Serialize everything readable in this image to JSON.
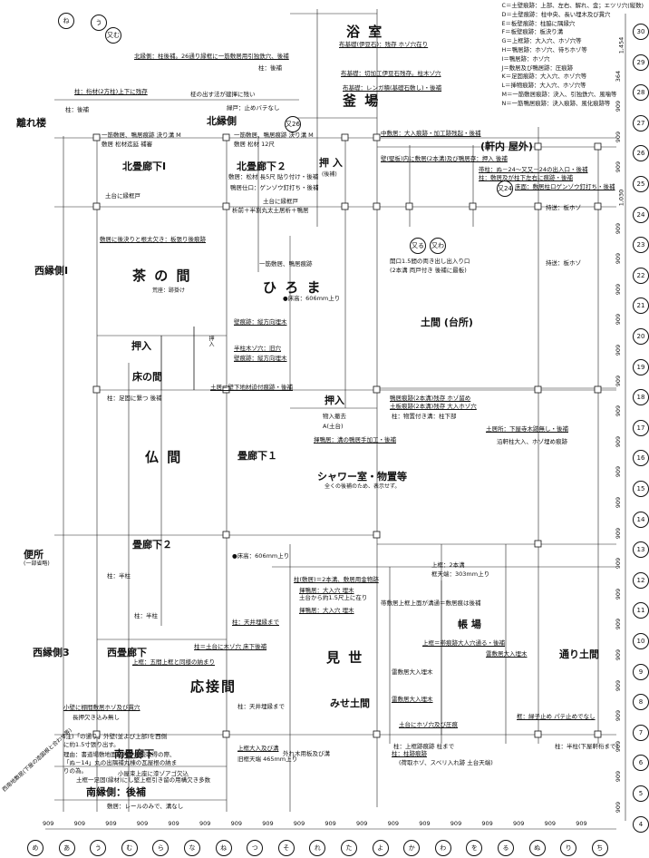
{
  "rooms": {
    "bath": "浴 室",
    "kama": "釜 場",
    "north_engawa": "北縁側",
    "hanare": "離れ楼",
    "kita_rouka1": "北畳廊下Ⅰ",
    "kita_rouka2": "北畳廊下２",
    "oshiire1": "押 入",
    "oshiire1_sub": "(後補)",
    "nokiuchi": "(軒内  屋外)",
    "nishi_engawa1": "西縁側Ⅰ",
    "chanoma": "茶 の 間",
    "chanoma_sub": "荒座：跡掛け",
    "hiroma": "ひ ろ ま",
    "doma": "土間 (台所)",
    "oshiire2": "押入",
    "oshiire3": "押入",
    "tokonoma": "床の間",
    "butsuma": "仏 間",
    "rouka1": "畳廊下１",
    "oshiire4": "押入",
    "shower": "シャワー室・物置等",
    "shower_sub": "全くの後補のため、表示せず。",
    "benjo": "便所",
    "benjo_sub": "(一部省略)",
    "rouka2": "畳廊下２",
    "nishi_engawa3": "西縁側3",
    "nishi_rouka": "西畳廊下",
    "misehe": "見 世",
    "choba": "帳 場",
    "toori_doma": "通り土間",
    "ousetsu": "応接間",
    "mise_doma": "みせ土間",
    "minami_rouka": "南畳廊下",
    "minami_engawa": "南縁側：後補"
  },
  "legend": [
    "C＝土壁痕跡：上部、左右、解れ、金；エツリ穴(縦数)",
    "D＝土壁痕跡：柱中央、長い埋木及び貫穴",
    "E＝板壁痕跡：柱脇に隅縁穴",
    "F＝板壁痕跡：板決り溝",
    "G＝上框跡：大入穴、ホゾ穴等",
    "H＝鴨居跡：ホゾ穴、待ちホゾ等",
    "I＝鴨居跡：ホゾ穴",
    "J＝敷居及び鴨居跡：圧痕跡",
    "K＝足固痕跡：大入穴、ホゾ穴等",
    "L＝挿物痕跡：大入穴、ホゾ穴等",
    "M＝一筋敷居痕跡：決入、引独鉄穴、風噛等",
    "N＝一筋鴨居痕跡：決入痕跡、風化痕跡等"
  ],
  "top_bubbles": [
    "ね",
    "う",
    "又む"
  ],
  "bottom_bubbles": [
    "め",
    "あ",
    "う",
    "む",
    "ら",
    "な",
    "ね",
    "つ",
    "そ",
    "れ",
    "た",
    "よ",
    "か",
    "わ",
    "を",
    "る",
    "ぬ",
    "り",
    "ち"
  ],
  "bottom_dims": [
    "909",
    "909",
    "909",
    "909",
    "909",
    "909",
    "909",
    "909",
    "909",
    "909",
    "909",
    "909",
    "909",
    "909",
    "909",
    "909",
    "909",
    "909"
  ],
  "right_bubbles": [
    "30",
    "29",
    "28",
    "27",
    "26",
    "25",
    "24",
    "23",
    "22",
    "21",
    "20",
    "19",
    "18",
    "17",
    "16",
    "15",
    "14",
    "13",
    "12",
    "11",
    "10",
    "9",
    "8",
    "7",
    "6",
    "5",
    "4"
  ],
  "right_dims": [
    "1,454",
    "364",
    "909",
    "909",
    "909",
    "1,030",
    "909",
    "909",
    "909",
    "909",
    "909",
    "909",
    "909",
    "909",
    "909",
    "909",
    "909",
    "909",
    "909",
    "909",
    "909",
    "909",
    "909",
    "909",
    "909",
    "909"
  ],
  "mid_bubbles": [
    "又26",
    "又24",
    "又る",
    "又わ"
  ],
  "notes": {
    "n1": "北縁側：柱後補。26通り縁框に一筋敷居用引独鉄穴、後補",
    "n2": "柱：後補",
    "n3": "布基礎(伊豆石)：残存  ホゾ穴在り",
    "n4": "布基礎：切加工伊豆石残存。柱木ゾ穴",
    "n5": "布基礎：レンガ積(基礎石敷し)・後補",
    "n6": "柱：桁材(2方柱)上下に残存",
    "n7": "柾の出す法が建揮に残い",
    "n8": "緑戸：止めバテなし",
    "n9": "柱：後補",
    "n10": "一筋敷居、鴨居痕跡  決り溝  M",
    "n11": "一筋敷居、鴨居痕跡  決り溝  M",
    "n12": "敷居  松材迄延  補審",
    "n13": "敷居  松材  12尺",
    "n14": "中敷居：大入痕跡・加工跡残起・後補",
    "n15": "壁(堅板)内に敷居(2本溝)及び鴨居存：押入  後補",
    "n16": "帯柱：ぬ－24～又又－24の出入口・後補",
    "n17": "柱：敷居及が柱下左右に痕跡・後補",
    "n18": "床面：敷居柱ロゲンゾウ釘打ち・後補",
    "n19": "敷居：松材  長5尺  貼り付け・後補",
    "n20": "鴨居仕口：ゲンゾウ釘打ち・後補",
    "n21": "土台に縁框戸",
    "n22": "土台に縁框戸",
    "n23": "析前＋半割丸太土居析＋鴨居",
    "n24": "敷居に後決りと根太欠き：板張り後痕跡",
    "n25": "一筋敷居、鴨居痕跡",
    "n26": "●床高：606mm上り",
    "n27": "開口1.5間の両き出し出入り口",
    "n28": "(2本溝  両戸付き  後補に最板)",
    "n29": "持送：板ホゾ",
    "n30": "持送：板ホゾ",
    "n31": "壁痕跡：縦方向埋木",
    "n32": "半柱木ゾ穴：旧穴",
    "n33": "壁痕跡：縦方向埋木",
    "n34": "柱：足固に繋つ  後補",
    "n35": "土居＝壁下地材迫付痕跡・後補",
    "n36": "鴨居痕跡(2本溝)残存  ホゾ留め",
    "n37": "土板痕跡(2本溝)残存  大入ホゾ穴",
    "n38": "柱：物置付き溝：柱下部",
    "n39": "物入撤去",
    "n40": "A(土台)",
    "n41": "揮鴨居：溝の鴨居手加工・後補",
    "n42": "土居所：下屋寺木跡無し・後補",
    "n43": "沿軒柱大入、ホゾ埋め痕跡",
    "n44": "●床高：606mm上り",
    "n45": "上框：2本溝",
    "n46": "框天端：303mm上り",
    "n47": "柱(敷居)＝2本溝、敷居用金物跡",
    "n48": "土台から約1.5尺上に在り",
    "n49": "揮鴨居：大入穴  埋木",
    "n50": "揮鴨居：大入穴  埋木",
    "n51": "帯敷居上框上面が溝通＝敷居痕は後補",
    "n52": "上框＝帯痕跡大人穴通る・後補",
    "n53": "雷敷居大入埋木",
    "n54": "雷敷居大入埋木",
    "n55": "雷敷居大入埋木",
    "n56": "柱：半柱",
    "n57": "柱：半柱",
    "n58": "柱：天井埋縁まで",
    "n59": "柱：天井埋縁まで",
    "n60": "柱＝土台に木ゾ穴  床下後補",
    "n61": "上框：五間上框と同様の納まり",
    "n62": "小壁に棚間敷居ホゾ及び貫穴",
    "n63": "長押欠き込み無し",
    "n64": "(注)「の通り」外壁(並よび上部)を西側に約1.5寸張り出す。",
    "n65": "理由：書道場敷地面に伴う接続取得の際、「ぬ－14」丸の出隅補丸棟の瓦屋根の納まりの為。",
    "n66": "上框大入及び溝",
    "n67": "旧框天端  465mm上り",
    "n68": "外れ木用板及び溝",
    "n69": "小屋束上座に漆ゾアゴ欠込",
    "n70": "土框一足固(縁材)にし堅上框引き留の用構欠き多数",
    "n71": "敷居：レールのみで、溝なし",
    "n72": "框：緑子止め  パテ止めでなし",
    "n73": "柱：半柱(下屋軒桁まで)",
    "n74": "柱：上框跡痕跡  柱まで",
    "n75": "柱：柱跡痕跡",
    "n76": "(荷取ホゾ、スベリ入れ跡  土台天端)",
    "n77": "土台にホゾ穴及び圧痕",
    "n78": "西南地敷居(下屋の造図根と合わせ等)"
  }
}
